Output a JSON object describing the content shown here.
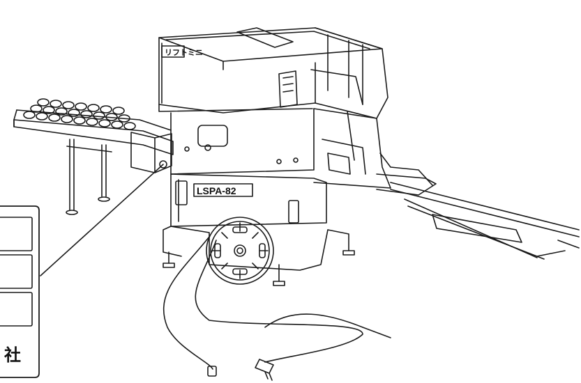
{
  "diagram": {
    "brand_plate": "リフトミニ",
    "model_plate": "LSPA-82",
    "callout_box_text": "社"
  }
}
